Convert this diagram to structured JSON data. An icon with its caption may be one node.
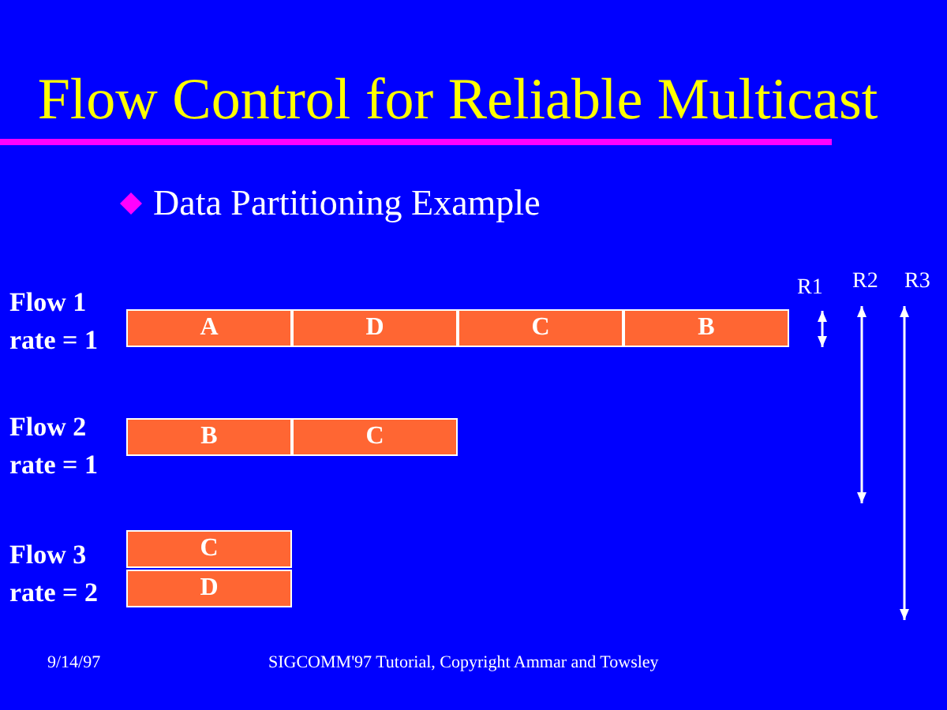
{
  "diagram": {
    "title": "Flow Control for Reliable Multicast",
    "nodes": [
      {
        "text": [
          "A"
        ]
      },
      {
        "text": [
          "D"
        ]
      },
      {
        "text": [
          "C"
        ]
      },
      {
        "text": [
          "B"
        ]
      },
      {
        "text": [
          "B"
        ]
      },
      {
        "text": [
          "C"
        ]
      },
      {
        "text": [
          "C"
        ]
      },
      {
        "text": [
          "D"
        ]
      }
    ],
    "labels": [
      "Data Partitioning  Example",
      "Flow 1",
      "rate = 1",
      "R1",
      "R2",
      "R3",
      "Flow 2",
      "rate = 1",
      "Flow 3",
      "rate = 2",
      "9/14/97",
      "SIGCOMM'97 Tutorial, Copyright Ammar and Towsley"
    ]
  }
}
